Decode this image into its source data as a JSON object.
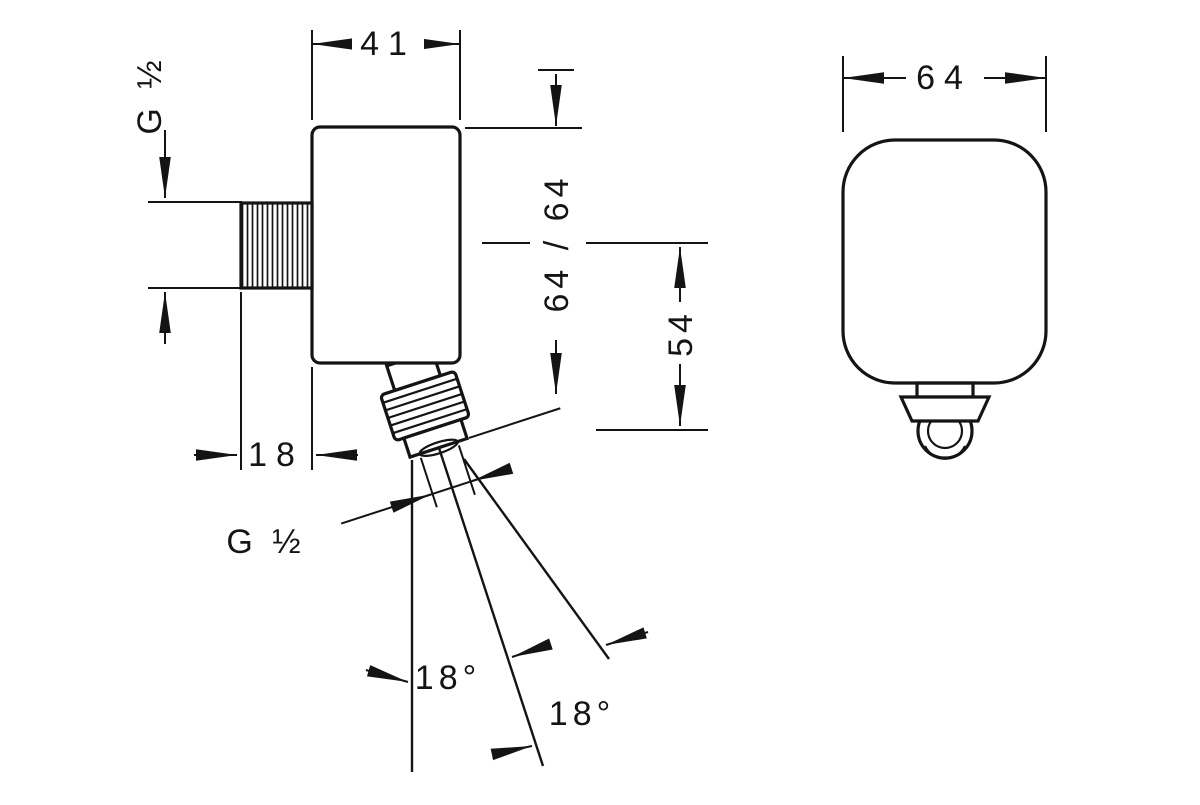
{
  "drawing": {
    "ink": "#141414",
    "background": "#ffffff",
    "side_view": {
      "width_label": "41",
      "inlet_thread_label": "G ½",
      "height_label": "64 / 64",
      "depth_label": "54",
      "offset_label": "18",
      "outlet_thread_label": "G ½",
      "angle_upper_label": "18°",
      "angle_lower_label": "18°"
    },
    "front_view": {
      "width_label": "64"
    }
  }
}
